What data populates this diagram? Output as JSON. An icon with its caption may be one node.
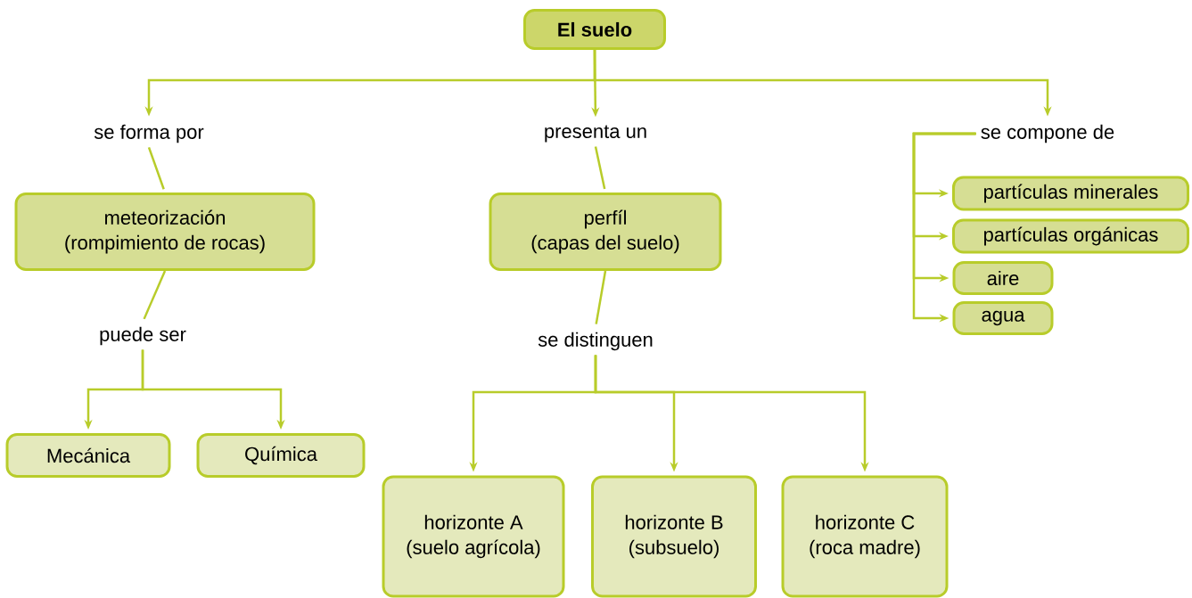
{
  "diagram": {
    "nodes": [
      {
        "text": [
          "El suelo"
        ]
      },
      {
        "text": [
          "se forma por"
        ]
      },
      {
        "text": [
          "presenta un"
        ]
      },
      {
        "text": [
          "se compone de"
        ]
      },
      {
        "text": [
          "meteorización",
          "(rompimiento de rocas)"
        ]
      },
      {
        "text": [
          "perfíl",
          "(capas del suelo)"
        ]
      },
      {
        "text": [
          "puede ser"
        ]
      },
      {
        "text": [
          "se distinguen"
        ]
      },
      {
        "text": [
          "Mecánica"
        ]
      },
      {
        "text": [
          "Química"
        ]
      },
      {
        "text": [
          "horizonte A",
          "(suelo agrícola)"
        ]
      },
      {
        "text": [
          "horizonte B",
          "(subsuelo)"
        ]
      },
      {
        "text": [
          "horizonte C",
          "(roca madre)"
        ]
      },
      {
        "text": [
          "partículas minerales"
        ]
      },
      {
        "text": [
          "partículas orgánicas"
        ]
      },
      {
        "text": [
          "aire"
        ]
      },
      {
        "text": [
          "agua"
        ]
      }
    ],
    "edges": [
      {
        "from": 0,
        "to": 1,
        "arrow": "to"
      },
      {
        "from": 0,
        "to": 2,
        "arrow": "to"
      },
      {
        "from": 0,
        "to": 3,
        "arrow": "to"
      },
      {
        "from": 1,
        "to": 4,
        "arrow": "none"
      },
      {
        "from": 2,
        "to": 5,
        "arrow": "none"
      },
      {
        "from": 4,
        "to": 6,
        "arrow": "none"
      },
      {
        "from": 6,
        "to": 8,
        "arrow": "to"
      },
      {
        "from": 6,
        "to": 9,
        "arrow": "to"
      },
      {
        "from": 5,
        "to": 7,
        "arrow": "none"
      },
      {
        "from": 7,
        "to": 10,
        "arrow": "to"
      },
      {
        "from": 7,
        "to": 11,
        "arrow": "to"
      },
      {
        "from": 7,
        "to": 12,
        "arrow": "to"
      },
      {
        "from": 3,
        "to": 13,
        "arrow": "to"
      },
      {
        "from": 3,
        "to": 14,
        "arrow": "to"
      },
      {
        "from": 3,
        "to": 15,
        "arrow": "to"
      },
      {
        "from": 3,
        "to": 16,
        "arrow": "to"
      }
    ]
  }
}
